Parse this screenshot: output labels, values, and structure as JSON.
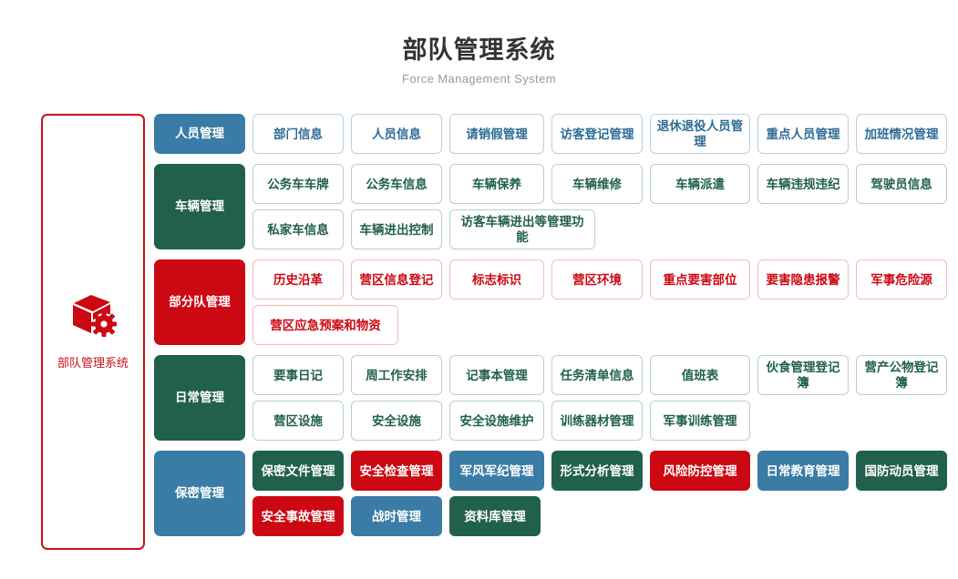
{
  "header": {
    "title": "部队管理系统",
    "subtitle": "Force Management System"
  },
  "sidebar": {
    "icon": "cube-gear-icon",
    "label": "部队管理系统",
    "accent_color": "#c8101a"
  },
  "colors": {
    "blue": "#3a7ca5",
    "green": "#21604c",
    "red": "#cc0812",
    "text_title": "#333333",
    "text_subtitle": "#9a9a9a"
  },
  "groups": [
    {
      "category": "人员管理",
      "theme": "blue",
      "rows": [
        [
          {
            "label": "部门信息",
            "w": "w2"
          },
          {
            "label": "人员信息",
            "w": "w2"
          },
          {
            "label": "请销假管理",
            "w": "w3"
          },
          {
            "label": "访客登记管理",
            "w": "w2"
          },
          {
            "label": "退休退役人员管理",
            "w": "w4"
          },
          {
            "label": "重点人员管理",
            "w": "w2"
          },
          {
            "label": "加班情况管理",
            "w": "w2"
          }
        ]
      ]
    },
    {
      "category": "车辆管理",
      "theme": "green",
      "rows": [
        [
          {
            "label": "公务车车牌",
            "w": "w2"
          },
          {
            "label": "公务车信息",
            "w": "w2"
          },
          {
            "label": "车辆保养",
            "w": "w3"
          },
          {
            "label": "车辆维修",
            "w": "w2"
          },
          {
            "label": "车辆派遣",
            "w": "w4"
          },
          {
            "label": "车辆违规违纪",
            "w": "w2"
          },
          {
            "label": "驾驶员信息",
            "w": "w2"
          }
        ],
        [
          {
            "label": "私家车信息",
            "w": "w2"
          },
          {
            "label": "车辆进出控制",
            "w": "w2"
          },
          {
            "label": "访客车辆进出等管理功能",
            "w": "w6"
          }
        ]
      ]
    },
    {
      "category": "部分队管理",
      "theme": "red",
      "rows": [
        [
          {
            "label": "历史沿革",
            "w": "w2"
          },
          {
            "label": "营区信息登记",
            "w": "w2"
          },
          {
            "label": "标志标识",
            "w": "w3"
          },
          {
            "label": "营区环境",
            "w": "w2"
          },
          {
            "label": "重点要害部位",
            "w": "w4"
          },
          {
            "label": "要害隐患报警",
            "w": "w2"
          },
          {
            "label": "军事危险源",
            "w": "w2"
          }
        ],
        [
          {
            "label": "营区应急预案和物资",
            "w": "w6"
          }
        ]
      ]
    },
    {
      "category": "日常管理",
      "theme": "green",
      "rows": [
        [
          {
            "label": "要事日记",
            "w": "w2"
          },
          {
            "label": "周工作安排",
            "w": "w2"
          },
          {
            "label": "记事本管理",
            "w": "w3"
          },
          {
            "label": "任务清单信息",
            "w": "w2"
          },
          {
            "label": "值班表",
            "w": "w4"
          },
          {
            "label": "伙食管理登记簿",
            "w": "w2"
          },
          {
            "label": "营产公物登记簿",
            "w": "w2"
          }
        ],
        [
          {
            "label": "营区设施",
            "w": "w2"
          },
          {
            "label": "安全设施",
            "w": "w2"
          },
          {
            "label": "安全设施维护",
            "w": "w3"
          },
          {
            "label": "训练器材管理",
            "w": "w2"
          },
          {
            "label": "军事训练管理",
            "w": "w4"
          }
        ]
      ]
    },
    {
      "category": "保密管理",
      "theme": "blue",
      "rows": [
        [
          {
            "label": "保密文件管理",
            "w": "w2",
            "fill": "green"
          },
          {
            "label": "安全检查管理",
            "w": "w2",
            "fill": "red"
          },
          {
            "label": "军风军纪管理",
            "w": "w3",
            "fill": "blue"
          },
          {
            "label": "形式分析管理",
            "w": "w2",
            "fill": "green"
          },
          {
            "label": "风险防控管理",
            "w": "w4",
            "fill": "red"
          },
          {
            "label": "日常教育管理",
            "w": "w2",
            "fill": "blue"
          },
          {
            "label": "国防动员管理",
            "w": "w2",
            "fill": "green"
          }
        ],
        [
          {
            "label": "安全事故管理",
            "w": "w2",
            "fill": "red",
            "cat": true
          },
          {
            "label": "战时管理",
            "w": "w2",
            "fill": "blue"
          },
          {
            "label": "资料库管理",
            "w": "w2",
            "fill": "green"
          }
        ]
      ]
    }
  ]
}
